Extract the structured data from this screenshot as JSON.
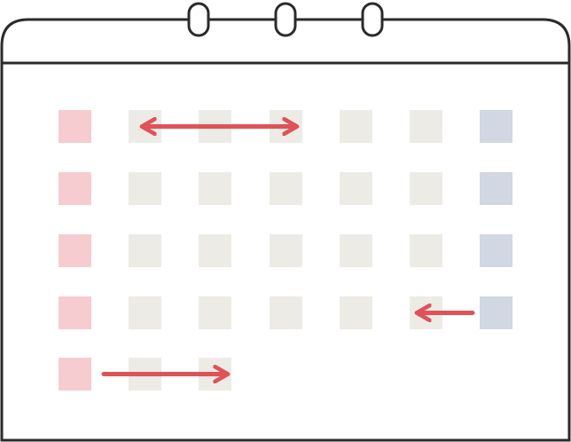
{
  "calendar": {
    "rows": 5,
    "columns": 7,
    "last_row_cells": 3,
    "ring_count": 3,
    "colors": {
      "outline": "#2b2b2b",
      "background": "#ffffff",
      "weekday_cell": "#ecebe6",
      "first_column_cell": "#f6ccd0",
      "last_column_cell": "#d1d7e3",
      "arrow": "#e05257"
    },
    "arrows": [
      {
        "name": "double-arrow-week-1",
        "type": "double",
        "row": 1,
        "from_col": 2,
        "to_col": 4
      },
      {
        "name": "left-arrow-week-4",
        "type": "left",
        "row": 4,
        "from_col": 7,
        "to_col": 6
      },
      {
        "name": "right-arrow-week-5",
        "type": "right",
        "row": 5,
        "from_col": 1,
        "to_col": 3
      }
    ]
  }
}
